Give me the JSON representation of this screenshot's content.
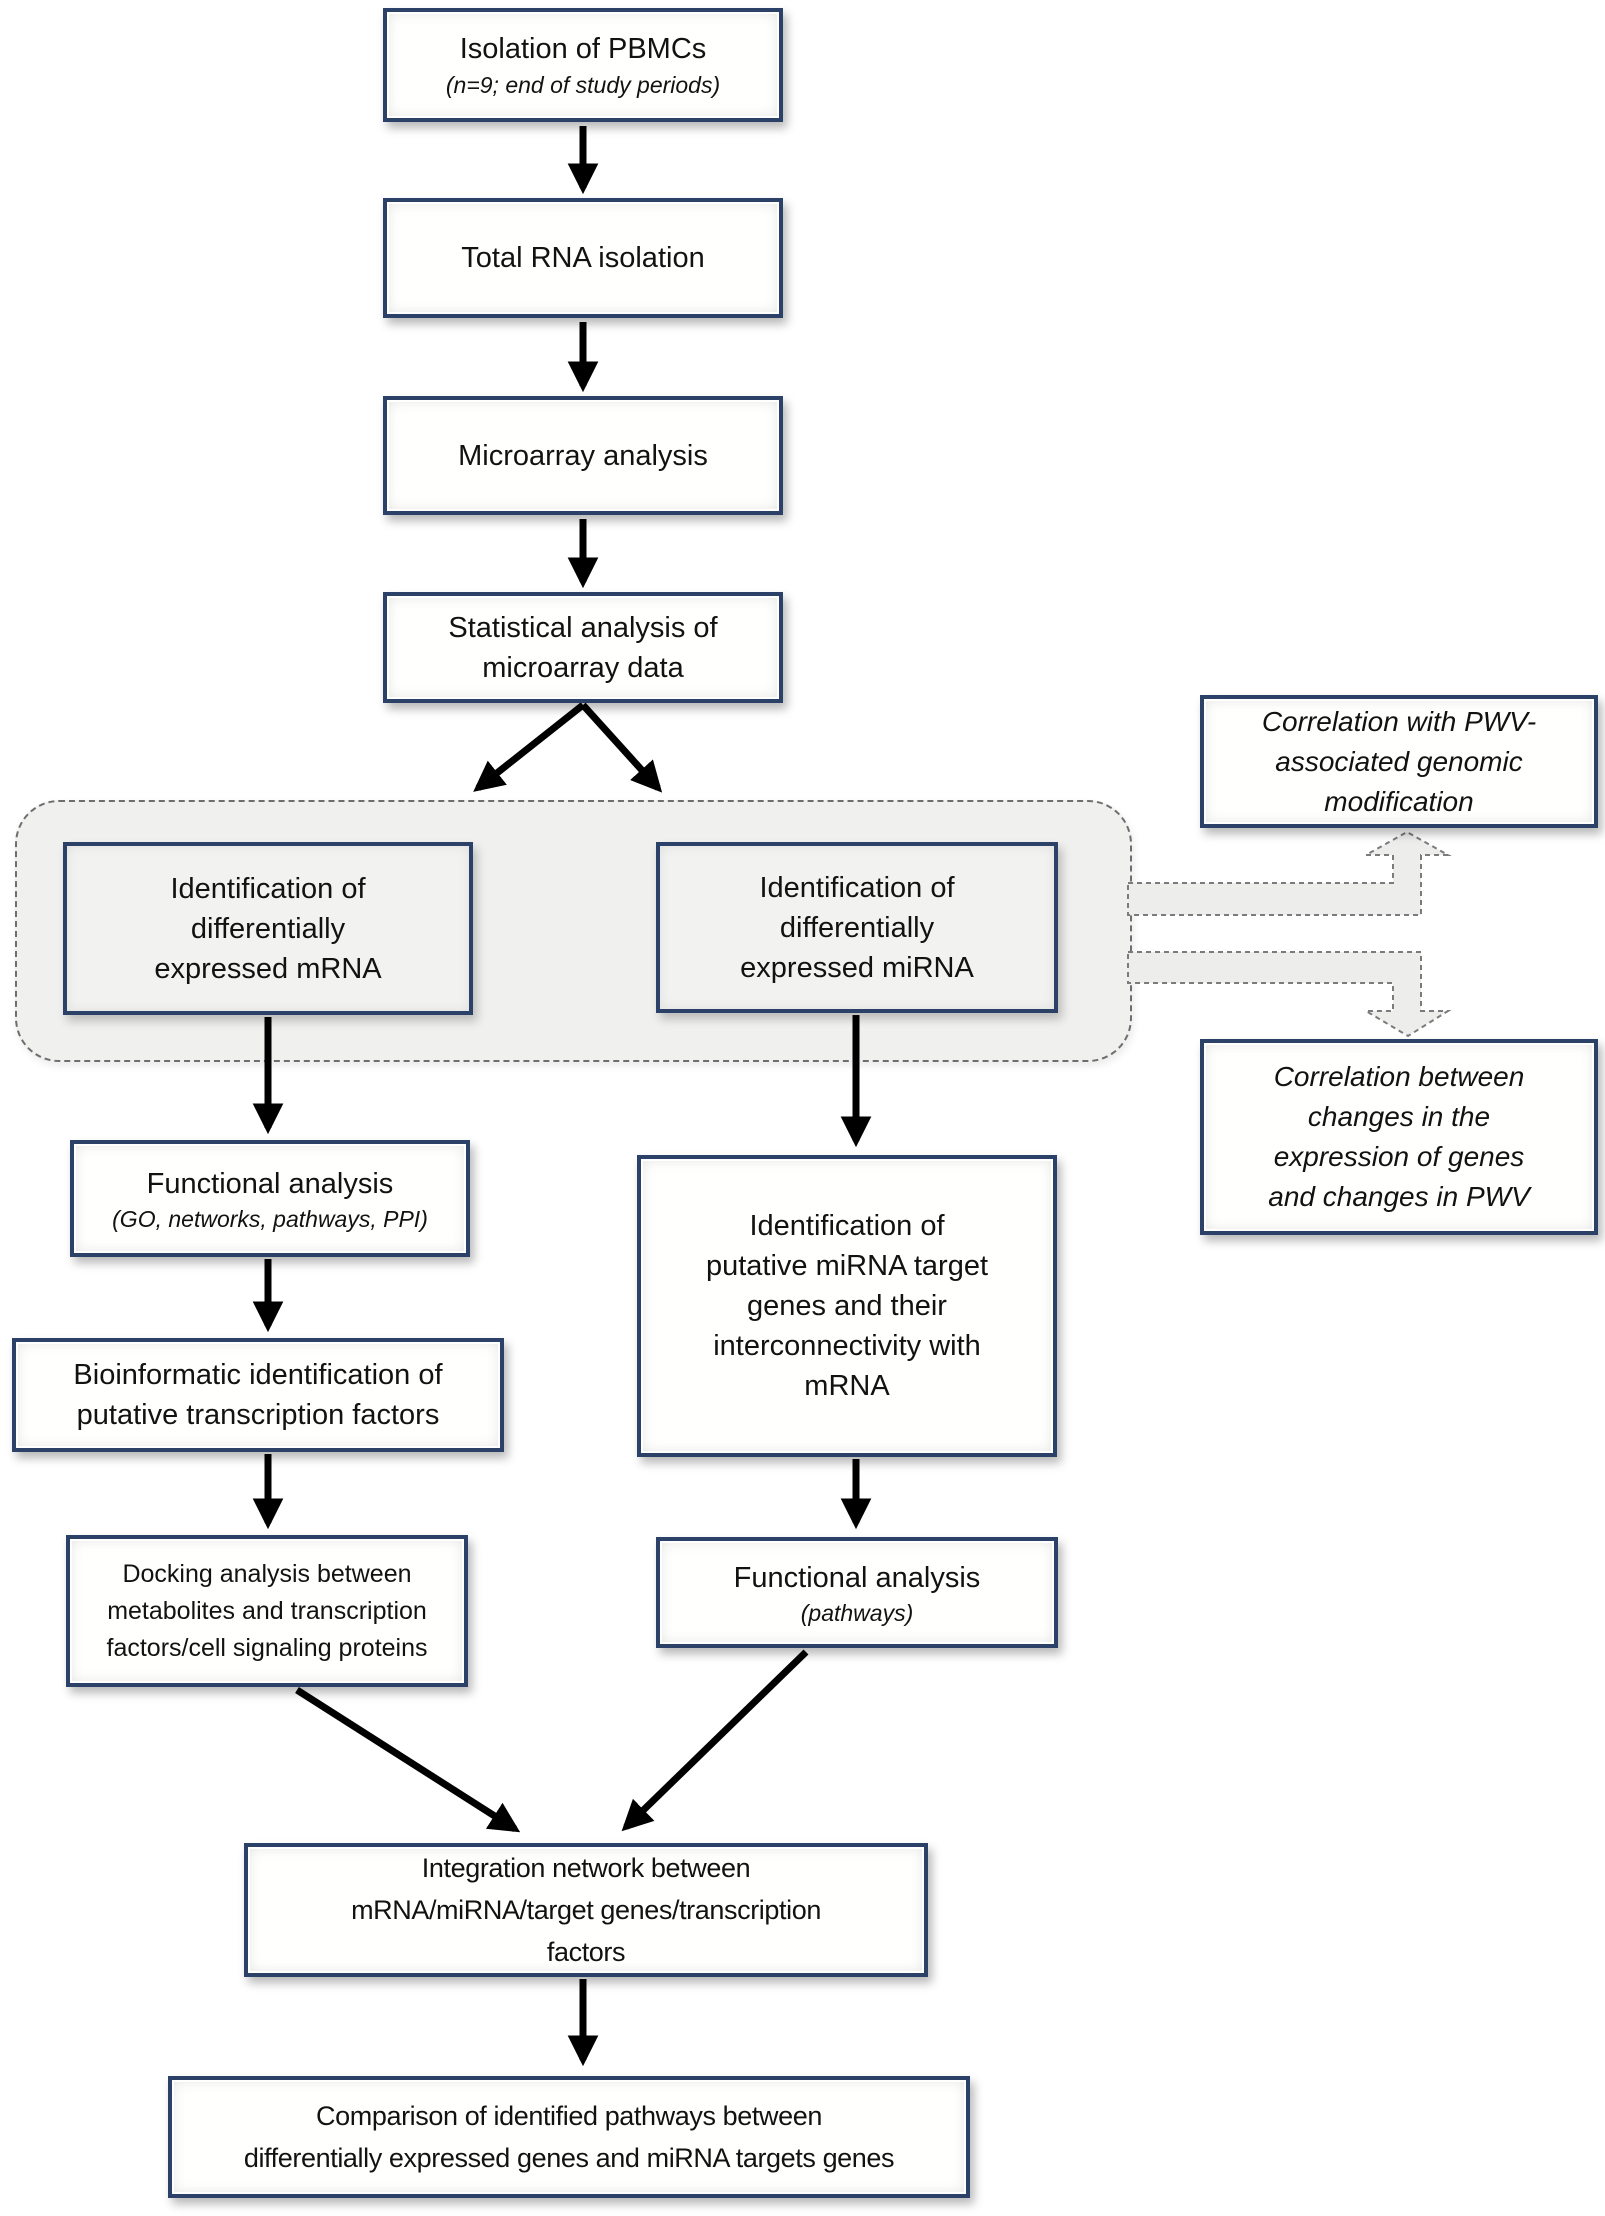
{
  "figure": {
    "type": "flowchart",
    "colors": {
      "box_border": "#2b4168",
      "box_fill": "#fffffe",
      "gray_box_fill": "#f2f2f1",
      "region_fill": "#f0f0ef",
      "region_border": "#6e6e6e",
      "solid_arrow": "#000000",
      "dashed_arrow_fill": "#ededec",
      "dashed_arrow_border": "#7b7b7b",
      "text": "#121212"
    },
    "nodes": {
      "isolation": {
        "lines": [
          "Isolation of PBMCs"
        ],
        "subtitle": "(n=9; end of study periods)"
      },
      "total_rna": {
        "lines": [
          "Total RNA isolation"
        ]
      },
      "microarray": {
        "lines": [
          "Microarray analysis"
        ]
      },
      "statistical": {
        "lines": [
          "Statistical analysis of",
          "microarray data"
        ]
      },
      "mrna": {
        "lines": [
          "Identification of",
          "differentially",
          "expressed mRNA"
        ]
      },
      "mirna": {
        "lines": [
          "Identification of",
          "differentially",
          "expressed miRNA"
        ]
      },
      "corr_pwv": {
        "lines": [
          "Correlation with PWV-",
          "associated genomic",
          "modification"
        ]
      },
      "corr_changes": {
        "lines": [
          "Correlation between",
          "changes in the",
          "expression of genes",
          "and changes in PWV"
        ]
      },
      "functional_mrna": {
        "lines": [
          "Functional analysis"
        ],
        "subtitle": "(GO, networks, pathways, PPI)"
      },
      "bioinformatic": {
        "lines": [
          "Bioinformatic identification of",
          "putative transcription factors"
        ]
      },
      "docking": {
        "lines": [
          "Docking analysis between",
          "metabolites and transcription",
          "factors/cell signaling proteins"
        ]
      },
      "mirna_targets": {
        "lines": [
          "Identification of",
          "putative miRNA target",
          "genes and their",
          "interconnectivity with",
          "mRNA"
        ]
      },
      "functional_mirna": {
        "lines": [
          "Functional analysis"
        ],
        "subtitle": "(pathways)"
      },
      "integration": {
        "lines": [
          "Integration network between",
          "mRNA/miRNA/target genes/transcription",
          "factors"
        ]
      },
      "comparison": {
        "lines": [
          "Comparison of identified pathways between",
          "differentially expressed genes and miRNA targets genes"
        ]
      }
    }
  }
}
